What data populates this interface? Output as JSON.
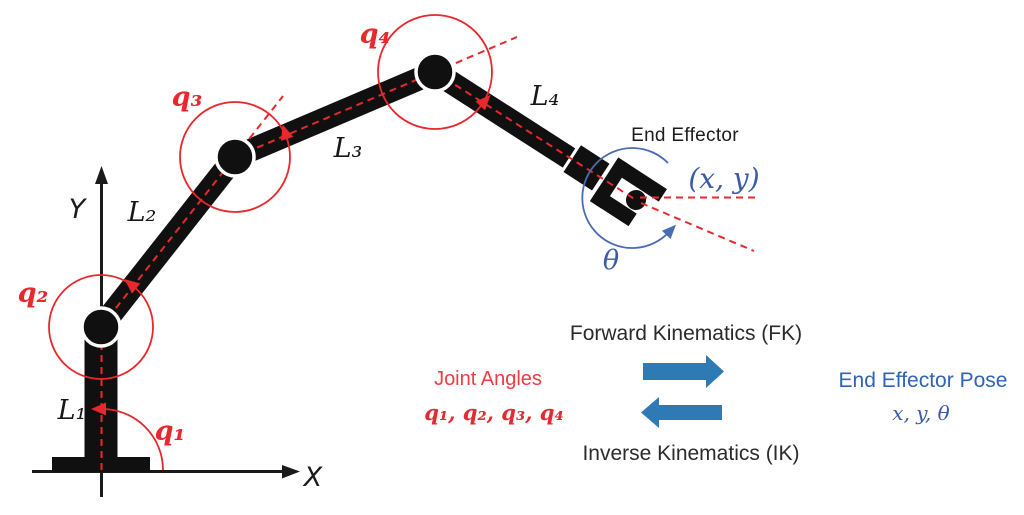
{
  "colors": {
    "arm_black": "#101010",
    "accent_red": "#e8282c",
    "label_red": "#ee3c41",
    "arrow_blue": "#2e7ab5",
    "pose_blue": "#2f63b4",
    "math_blue": "#3a5ca8"
  },
  "axes": {
    "x_label": "X",
    "y_label": "Y"
  },
  "links": {
    "l1": "L₁",
    "l2": "L₂",
    "l3": "L₃",
    "l4": "L₄"
  },
  "joint_angles": {
    "q1": "q₁",
    "q2": "q₂",
    "q3": "q₃",
    "q4": "q₄"
  },
  "end_effector": {
    "label": "End Effector",
    "position": "(x, y)",
    "orientation": "θ"
  },
  "mapping": {
    "joint_angles_title": "Joint Angles",
    "joint_angles_symbols": "q₁, q₂, q₃, q₄",
    "forward_kinematics": "Forward Kinematics (FK)",
    "inverse_kinematics": "Inverse Kinematics (IK)",
    "pose_title": "End Effector Pose",
    "pose_symbols": "x, y, θ"
  }
}
